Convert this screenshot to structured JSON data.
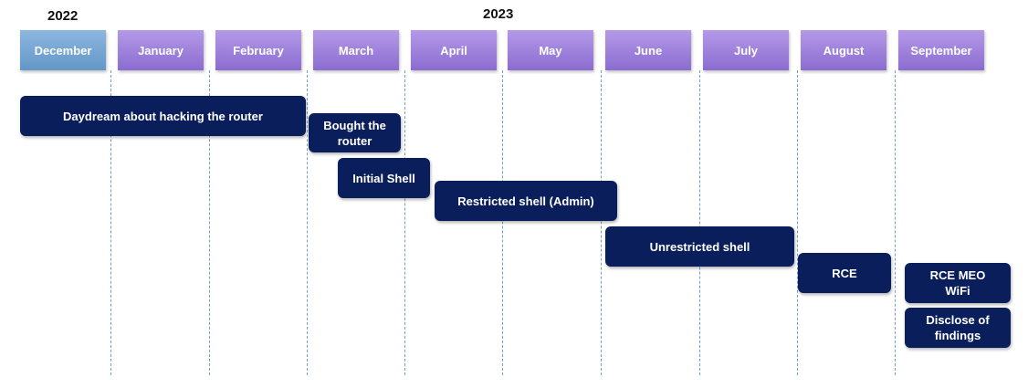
{
  "years": {
    "y2022": "2022",
    "y2023": "2023"
  },
  "months": {
    "dec": "December",
    "jan": "January",
    "feb": "February",
    "mar": "March",
    "apr": "April",
    "may": "May",
    "jun": "June",
    "jul": "July",
    "aug": "August",
    "sep": "September"
  },
  "tasks": {
    "daydream": "Daydream about hacking the router",
    "bought": "Bought the\nrouter",
    "initial_shell": "Initial Shell",
    "restricted_shell": "Restricted shell (Admin)",
    "unrestricted_shell": "Unrestricted shell",
    "rce": "RCE",
    "rce_meo": "RCE  MEO\nWiFi",
    "disclose": "Disclose of\nfindings"
  },
  "colors": {
    "task_fill": "#0b1e5c",
    "month_fill": "#9c82dc",
    "december_fill": "#7aa8d6",
    "gridline": "#6f9fca"
  }
}
